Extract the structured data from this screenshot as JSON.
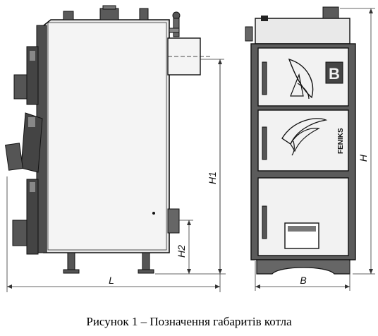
{
  "figure": {
    "caption": "Рисунок 1 – Позначення габаритів котла",
    "dimensions": {
      "L": "L",
      "B": "B",
      "H": "H",
      "H1": "H1",
      "H2": "H2"
    },
    "brand_text": "FENIKS",
    "logo_letter": "B"
  },
  "colors": {
    "body_fill": "#5b5b5b",
    "body_light": "#d9d9d9",
    "outline": "#111111",
    "door_fill": "#f2f2f2"
  }
}
